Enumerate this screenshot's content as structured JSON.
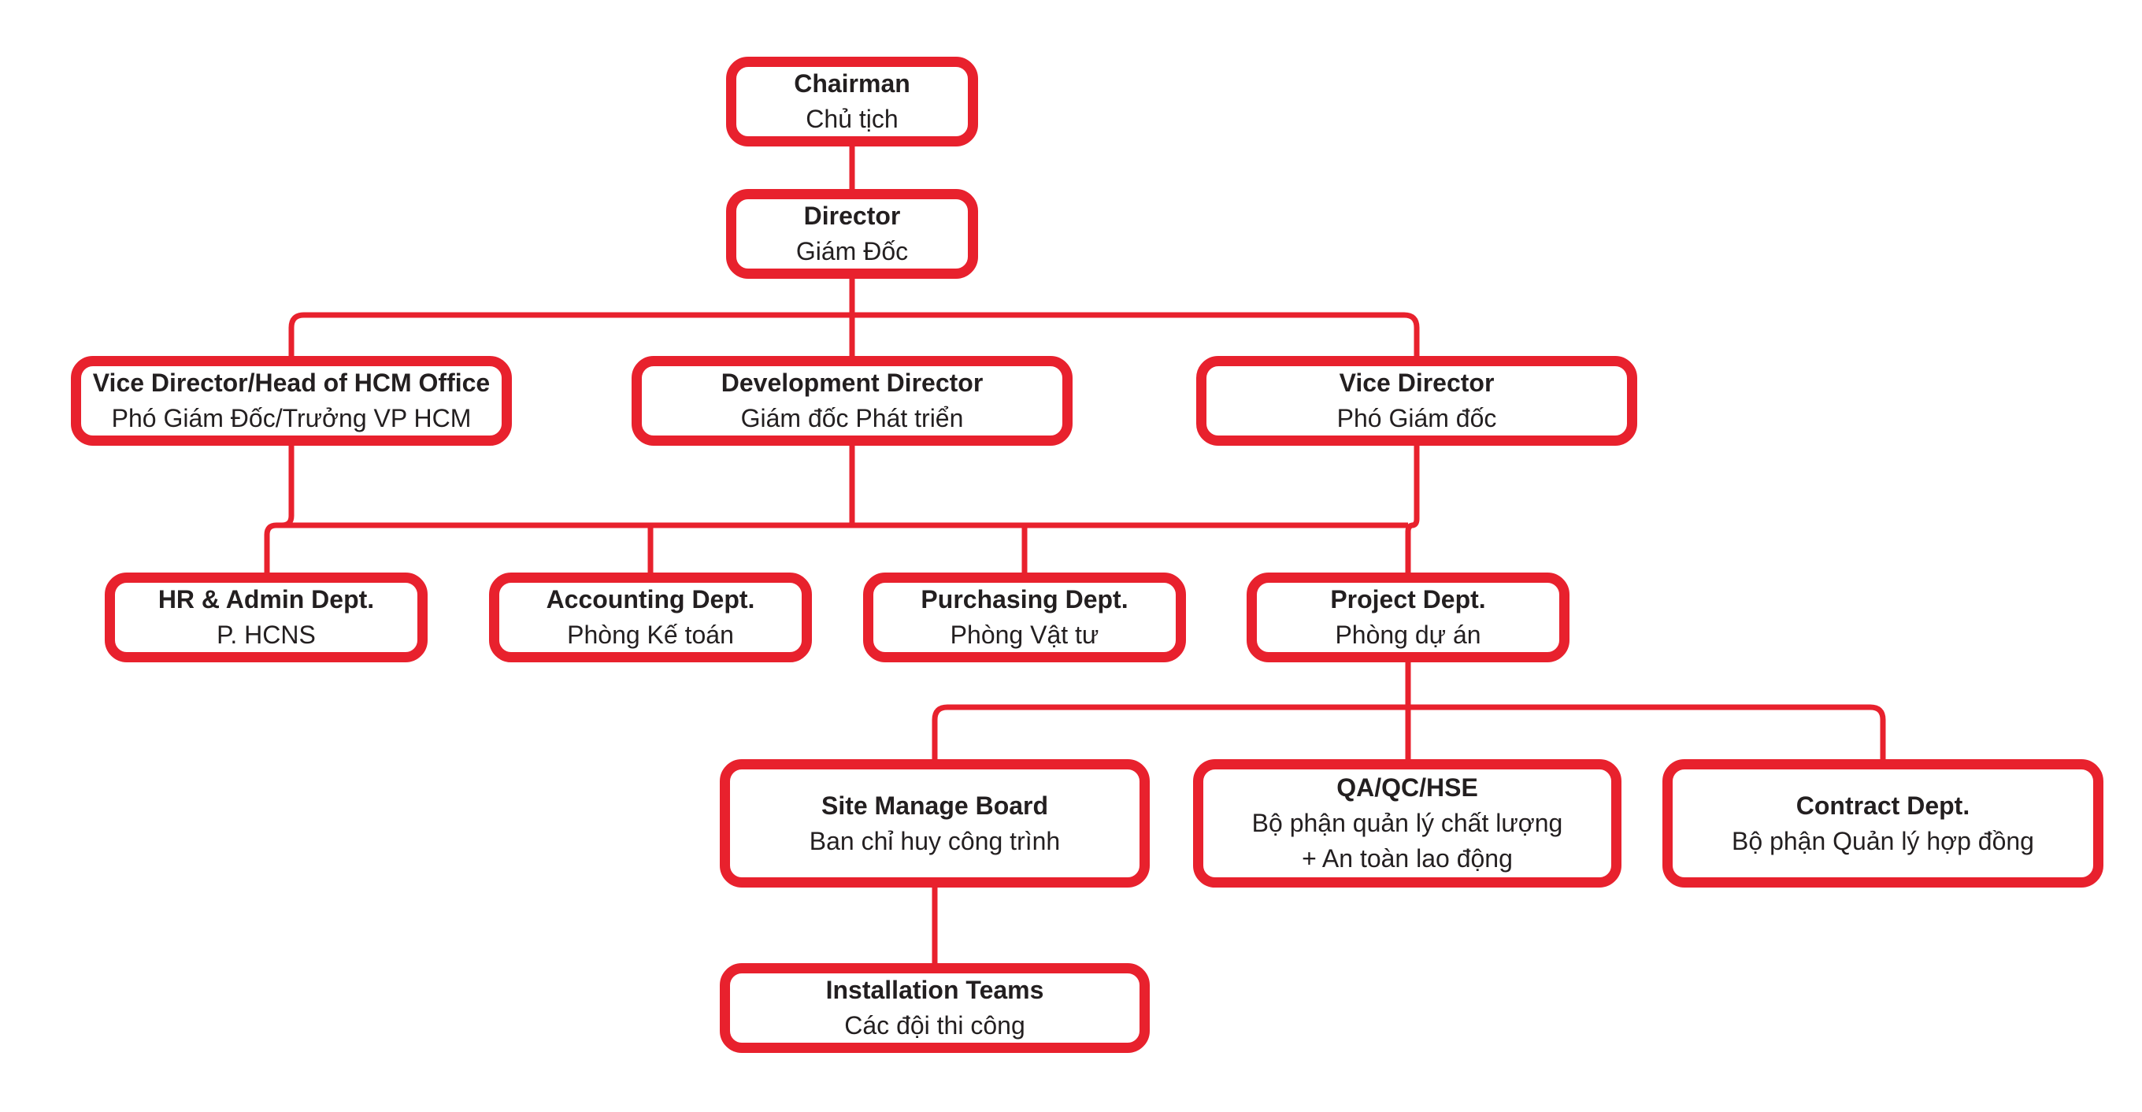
{
  "diagram": {
    "type": "org-chart",
    "accent_color": "#e8212d",
    "text_color": "#231f20",
    "background_color": "#ffffff",
    "nodes": [
      {
        "id": "chairman",
        "title": "Chairman",
        "subtitle": "Chủ tịch"
      },
      {
        "id": "director",
        "title": "Director",
        "subtitle": "Giám Đốc"
      },
      {
        "id": "vice-director-hcm",
        "title": "Vice Director/Head of HCM Office",
        "subtitle": "Phó Giám Đốc/Trưởng VP HCM"
      },
      {
        "id": "development-director",
        "title": "Development Director",
        "subtitle": "Giám đốc Phát triển"
      },
      {
        "id": "vice-director",
        "title": "Vice Director",
        "subtitle": "Phó Giám đốc"
      },
      {
        "id": "hr-admin",
        "title": "HR & Admin Dept.",
        "subtitle": "P. HCNS"
      },
      {
        "id": "accounting",
        "title": "Accounting Dept.",
        "subtitle": "Phòng Kế toán"
      },
      {
        "id": "purchasing",
        "title": "Purchasing Dept.",
        "subtitle": "Phòng Vật tư"
      },
      {
        "id": "project",
        "title": "Project Dept.",
        "subtitle": "Phòng dự án"
      },
      {
        "id": "site-manage-board",
        "title": "Site Manage Board",
        "subtitle": "Ban chỉ huy công trình"
      },
      {
        "id": "qa-qc-hse",
        "title": "QA/QC/HSE",
        "subtitle": "Bộ phận quản lý chất lượng\n+ An toàn lao động"
      },
      {
        "id": "contract",
        "title": "Contract Dept.",
        "subtitle": "Bộ phận Quản lý hợp đồng"
      },
      {
        "id": "installation-teams",
        "title": "Installation Teams",
        "subtitle": "Các đội thi công"
      }
    ],
    "edges": [
      {
        "from": "chairman",
        "to": [
          "director"
        ]
      },
      {
        "from": "director",
        "to": [
          "vice-director-hcm",
          "development-director",
          "vice-director"
        ]
      },
      {
        "from": [
          "vice-director-hcm",
          "development-director",
          "vice-director"
        ],
        "to": [
          "hr-admin",
          "accounting",
          "purchasing",
          "project"
        ]
      },
      {
        "from": "project",
        "to": [
          "site-manage-board",
          "qa-qc-hse",
          "contract"
        ]
      },
      {
        "from": "site-manage-board",
        "to": [
          "installation-teams"
        ]
      }
    ]
  }
}
